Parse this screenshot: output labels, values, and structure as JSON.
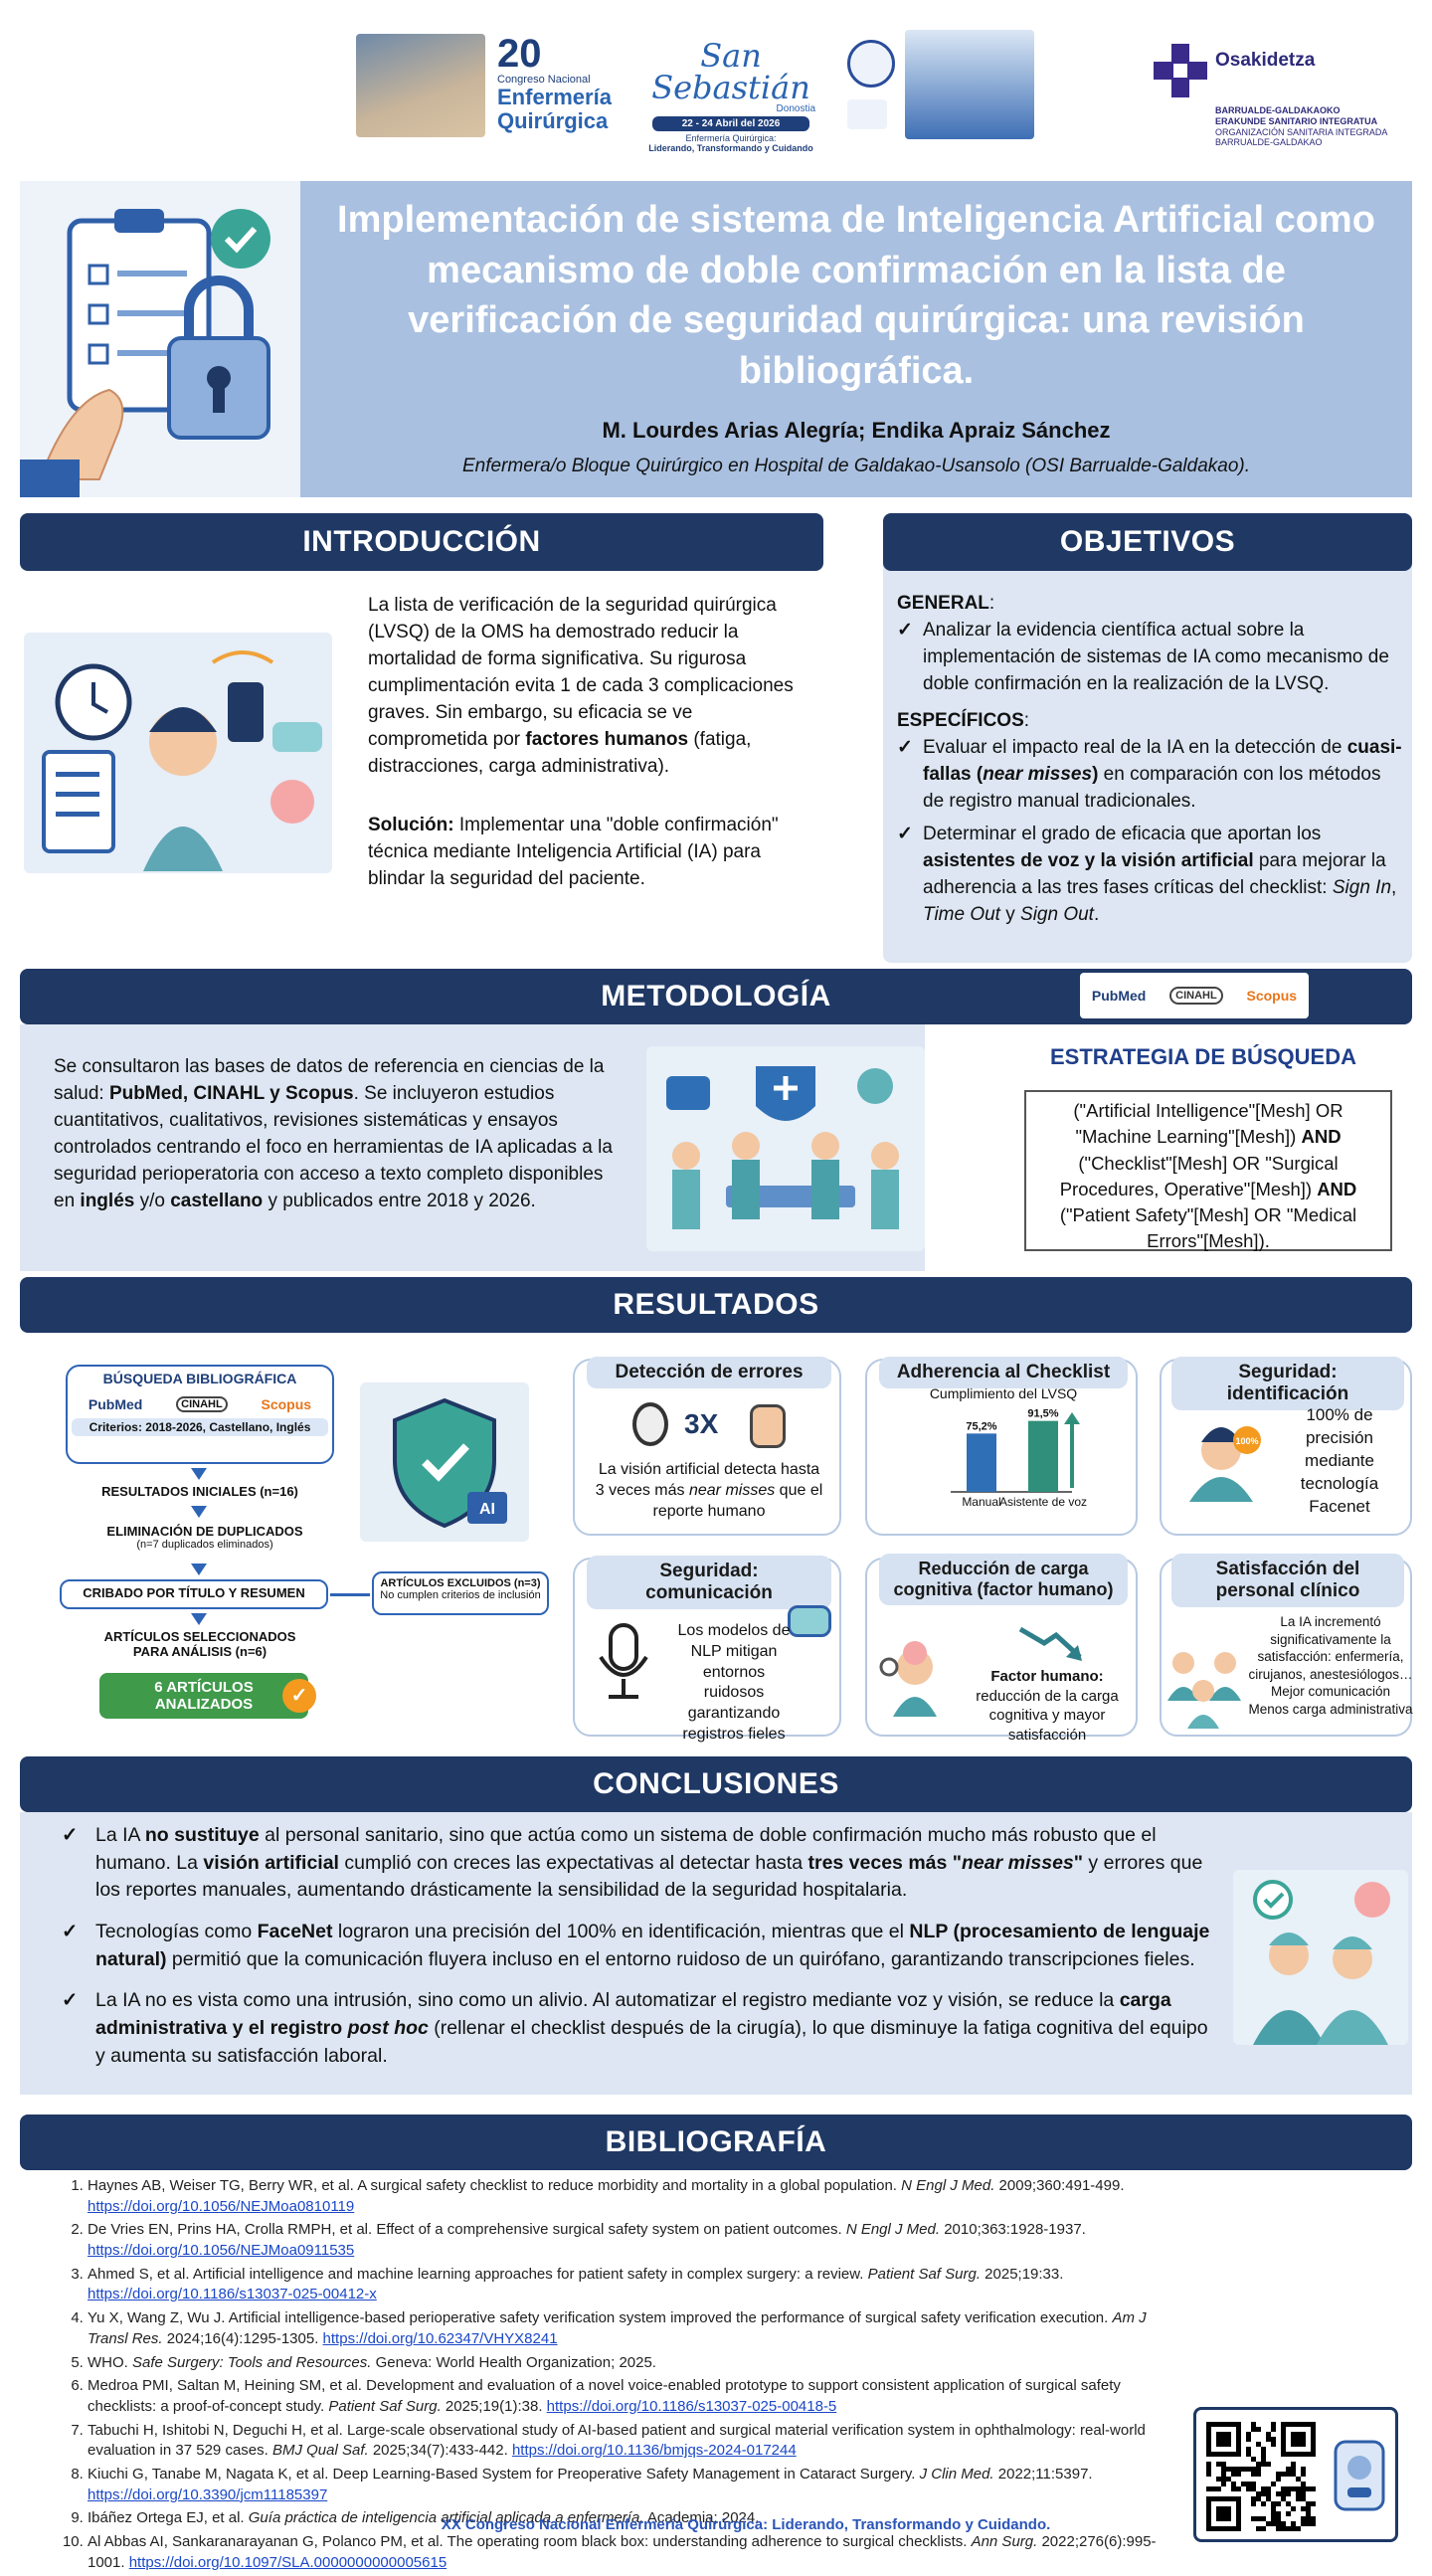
{
  "header": {
    "congress_number": "20",
    "congress_name_line1": "Congreso Nacional",
    "congress_name_line2": "Enfermería",
    "congress_name_line3": "Quirúrgica",
    "city": "San Sebastián",
    "city_sub": "Donostia",
    "dates": "22 - 24 Abril del 2026",
    "tagline_1": "Enfermería Quirúrgica:",
    "tagline_2": "Liderando, Transformando y Cuidando",
    "osakidetza": "Osakidetza",
    "osi_line1": "BARRUALDE-GALDAKAOKO",
    "osi_line2": "ERAKUNDE SANITARIO INTEGRATUA",
    "osi_line3": "ORGANIZACIÓN SANITARIA INTEGRADA",
    "osi_line4": "BARRUALDE-GALDAKAO"
  },
  "title": {
    "main": "Implementación de sistema de Inteligencia Artificial como mecanismo de doble confirmación en la lista de verificación de seguridad quirúrgica: una revisión bibliográfica.",
    "authors": "M. Lourdes Arias Alegría; Endika Apraiz Sánchez",
    "affiliation": "Enfermera/o Bloque Quirúrgico en Hospital de Galdakao-Usansolo (OSI Barrualde-Galdakao)."
  },
  "intro": {
    "heading": "INTRODUCCIÓN",
    "p1_a": "La lista de verificación de la seguridad quirúrgica (LVSQ) de la OMS ha demostrado reducir la mortalidad de forma significativa. Su rigurosa cumplimentación evita 1 de cada 3 complicaciones graves. Sin embargo, su eficacia se ve comprometida por ",
    "p1_b": "factores humanos",
    "p1_c": " (fatiga, distracciones, carga administrativa).",
    "p2_a": "Solución:",
    "p2_b": " Implementar una \"doble confirmación\" técnica mediante Inteligencia Artificial (IA) para blindar la seguridad del paciente."
  },
  "objetivos": {
    "heading": "OBJETIVOS",
    "general_label": "GENERAL",
    "general_item": "Analizar la evidencia científica actual sobre la implementación de sistemas de IA como mecanismo de doble confirmación en la realización de la LVSQ.",
    "especificos_label": "ESPECÍFICOS",
    "esp1_a": "Evaluar el impacto real de la IA en la detección de ",
    "esp1_b": "cuasi-fallas (",
    "esp1_c": "near misses",
    "esp1_d": ")",
    "esp1_e": " en comparación con los métodos de registro manual tradicionales.",
    "esp2_a": "Determinar el grado de eficacia que aportan los ",
    "esp2_b": "asistentes de voz y la visión artificial",
    "esp2_c": " para mejorar la adherencia a las tres fases críticas del checklist: ",
    "esp2_d": "Sign In",
    "esp2_e": ", ",
    "esp2_f": "Time Out",
    "esp2_g": " y ",
    "esp2_h": "Sign Out",
    "esp2_i": "."
  },
  "metodologia": {
    "heading": "METODOLOGÍA",
    "db_pubmed": "PubMed",
    "db_cinahl": "CINAHL",
    "db_scopus": "Scopus",
    "text_a": "Se consultaron las bases de datos de referencia en ciencias de la salud: ",
    "text_b": "PubMed, CINAHL y Scopus",
    "text_c": ". Se incluyeron estudios cuantitativos, cualitativos, revisiones sistemáticas y ensayos controlados centrando el foco en herramientas de IA aplicadas a la seguridad perioperatoria con acceso a texto completo disponibles en ",
    "text_d": "inglés",
    "text_e": " y/o ",
    "text_f": "castellano",
    "text_g": " y publicados entre 2018 y 2026.",
    "strategy_heading": "ESTRATEGIA DE BÚSQUEDA",
    "s1": "(\"Artificial Intelligence\"[Mesh] OR \"Machine Learning\"[Mesh]) ",
    "s_and": "AND",
    "s2": " (\"Checklist\"[Mesh] OR \"Surgical Procedures, Operative\"[Mesh]) ",
    "s3": " (\"Patient Safety\"[Mesh] OR \"Medical Errors\"[Mesh])."
  },
  "resultados": {
    "heading": "RESULTADOS",
    "flow": {
      "busqueda": "BÚSQUEDA BIBLIOGRÁFICA",
      "criterios": "Criterios: 2018-2026, Castellano, Inglés",
      "iniciales": "RESULTADOS INICIALES (n=16)",
      "duplicados": "ELIMINACIÓN DE DUPLICADOS",
      "duplicados_sub": "(n=7 duplicados eliminados)",
      "cribado": "CRIBADO POR TÍTULO Y RESUMEN",
      "excluidos": "ARTÍCULOS EXCLUIDOS (n=3)",
      "excluidos_sub": "No cumplen criterios de inclusión",
      "seleccionados": "ARTÍCULOS SELECCIONADOS",
      "seleccionados_sub": "PARA ANÁLISIS (n=6)",
      "analizados": "6 ARTÍCULOS ANALIZADOS"
    },
    "ai_badge": "AI",
    "card1": {
      "title": "Detección de errores",
      "badge": "3X",
      "text_a": "La visión artificial detecta hasta 3 veces más ",
      "text_b": "near misses",
      "text_c": " que el reporte humano"
    },
    "card2": {
      "title": "Adherencia al Checklist",
      "chart_title": "Cumplimiento del LVSQ"
    },
    "card3": {
      "title": "Seguridad: identificación",
      "badge": "100%",
      "text": "100% de precisión mediante tecnología Facenet"
    },
    "card4": {
      "title": "Seguridad: comunicación",
      "text": "Los modelos de NLP mitigan entornos ruidosos garantizando registros fieles"
    },
    "card5": {
      "title": "Reducción de carga cognitiva (factor humano)",
      "text_a": "Factor humano:",
      "text_b": " reducción de la carga cognitiva y mayor satisfacción"
    },
    "card6": {
      "title": "Satisfacción del personal clínico",
      "text1": "La IA incrementó significativamente la satisfacción: enfermería, cirujanos, anestesiólogos…",
      "text2": "Mejor comunicación",
      "text3": "Menos carga administrativa"
    }
  },
  "chart_data": {
    "type": "bar",
    "title": "Cumplimiento del LVSQ",
    "categories": [
      "Manual",
      "Asistente de voz"
    ],
    "values": [
      75.2,
      91.5
    ],
    "value_labels": [
      "75,2%",
      "91,5%"
    ],
    "ylim": [
      0,
      100
    ]
  },
  "conclusiones": {
    "heading": "CONCLUSIONES",
    "c1_a": "La IA ",
    "c1_b": "no sustituye",
    "c1_c": " al personal sanitario, sino que actúa como un sistema de doble confirmación mucho más robusto que el humano. La ",
    "c1_d": "visión artificial",
    "c1_e": " cumplió con creces las expectativas al detectar hasta ",
    "c1_f": "tres veces más \"",
    "c1_g": "near misses",
    "c1_h": "\"",
    "c1_i": " y errores que los reportes manuales, aumentando drásticamente la sensibilidad de la seguridad hospitalaria.",
    "c2_a": "Tecnologías como ",
    "c2_b": "FaceNet",
    "c2_c": " lograron una precisión del 100% en identificación, mientras que el ",
    "c2_d": "NLP (procesamiento de lenguaje natural)",
    "c2_e": " permitió que la comunicación fluyera incluso en el entorno ruidoso de un quirófano, garantizando transcripciones fieles.",
    "c3_a": "La IA no es vista como una intrusión, sino como un alivio. Al automatizar el registro mediante voz y visión, se reduce la ",
    "c3_b": "carga administrativa y el registro ",
    "c3_c": "post hoc",
    "c3_d": " (rellenar el checklist después de la cirugía), lo que disminuye la fatiga cognitiva del equipo y aumenta su satisfacción laboral."
  },
  "bibliografia": {
    "heading": "BIBLIOGRAFÍA",
    "items": [
      {
        "t": "Haynes AB, Weiser TG, Berry WR, et al. A surgical safety checklist to reduce morbidity and mortality in a global population. ",
        "j": "N Engl J Med.",
        "r": " 2009;360:491-499. ",
        "u": "https://doi.org/10.1056/NEJMoa0810119"
      },
      {
        "t": "De Vries EN, Prins HA, Crolla RMPH, et al. Effect of a comprehensive surgical safety system on patient outcomes. ",
        "j": "N Engl J Med.",
        "r": " 2010;363:1928-1937. ",
        "u": "https://doi.org/10.1056/NEJMoa0911535"
      },
      {
        "t": "Ahmed S, et al. Artificial intelligence and machine learning approaches for patient safety in complex surgery: a review. ",
        "j": "Patient Saf Surg.",
        "r": " 2025;19:33. ",
        "u": "https://doi.org/10.1186/s13037-025-00412-x"
      },
      {
        "t": "Yu X, Wang Z, Wu J. Artificial intelligence-based perioperative safety verification system improved the performance of surgical safety verification execution. ",
        "j": "Am J Transl Res.",
        "r": " 2024;16(4):1295-1305. ",
        "u": "https://doi.org/10.62347/VHYX8241"
      },
      {
        "t": "WHO. ",
        "j": "Safe Surgery: Tools and Resources.",
        "r": " Geneva: World Health Organization; 2025.",
        "u": ""
      },
      {
        "t": "Medroa PMI, Saltan M, Heining SM, et al. Development and evaluation of a novel voice-enabled prototype to support consistent application of surgical safety checklists: a proof-of-concept study. ",
        "j": "Patient Saf Surg.",
        "r": " 2025;19(1):38. ",
        "u": "https://doi.org/10.1186/s13037-025-00418-5"
      },
      {
        "t": "Tabuchi H, Ishitobi N, Deguchi H, et al. Large-scale observational study of AI-based patient and surgical material verification system in ophthalmology: real-world evaluation in 37 529 cases. ",
        "j": "BMJ Qual Saf.",
        "r": " 2025;34(7):433-442. ",
        "u": "https://doi.org/10.1136/bmjqs-2024-017244"
      },
      {
        "t": "Kiuchi G, Tanabe M, Nagata K, et al. Deep Learning-Based System for Preoperative Safety Management in Cataract Surgery. ",
        "j": "J Clin Med.",
        "r": " 2022;11:5397. ",
        "u": "https://doi.org/10.3390/jcm11185397"
      },
      {
        "t": "Ibáñez Ortega EJ, et al. ",
        "j": "Guía práctica de inteligencia artificial aplicada a enfermería.",
        "r": " Academia; 2024.",
        "u": ""
      },
      {
        "t": "Al Abbas AI, Sankaranarayanan G, Polanco PM, et al. The operating room black box: understanding adherence to surgical checklists. ",
        "j": "Ann Surg.",
        "r": " 2022;276(6):995-1001. ",
        "u": "https://doi.org/10.1097/SLA.0000000000005615"
      }
    ]
  },
  "footer": "XX Congreso Nacional Enfermería Quirúrgica: Liderando, Transformando y Cuidando."
}
